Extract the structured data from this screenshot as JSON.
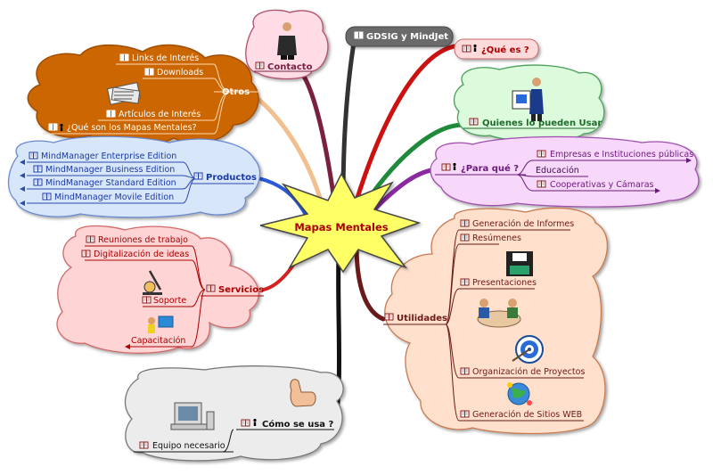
{
  "center": {
    "label": "Mapas Mentales"
  },
  "colors": {
    "otros": "#cc6600",
    "productos": "#d8e6fa",
    "servicios": "#ffd4d4",
    "contacto": "#ffdce6",
    "gdsig": "#6a6a6a",
    "quees": "#ffdada",
    "quienes": "#dcfadc",
    "parque": "#f8d8fa",
    "utilidades": "#ffe0cc",
    "como": "#ececec",
    "link_red": "#aa0000",
    "link_blue": "#1a3aa8"
  },
  "branches": {
    "otros": {
      "title": "Otros",
      "items": [
        "Links de Interés",
        "Downloads",
        "Artículos de Interés",
        "¿Qué son los Mapas Mentales?"
      ]
    },
    "productos": {
      "title": "Productos",
      "items": [
        "MindManager Enterprise Edition",
        "MindManager Business Edition",
        "MindManager Standard Edition",
        "MindManager Movile Edition"
      ]
    },
    "servicios": {
      "title": "Servicios",
      "items": [
        "Reuniones de trabajo",
        "Digitalización de ideas",
        "Soporte",
        "Capacitación"
      ]
    },
    "contacto": {
      "title": "Contacto"
    },
    "gdsig": {
      "title": "GDSIG y MindJet"
    },
    "quees": {
      "title": "¿Qué es ?"
    },
    "quienes": {
      "title": "Quienes lo pueden Usar"
    },
    "parque": {
      "title": "¿Para qué ?",
      "items": [
        "Empresas e Instituciones públicas",
        "Educación",
        "Cooperativas y Cámaras"
      ]
    },
    "utilidades": {
      "title": "Utilidades",
      "items": [
        "Generación de Informes",
        "Resúmenes",
        "Presentaciones",
        "Organización de Proyectos",
        "Generación de Sitios WEB"
      ]
    },
    "como": {
      "title": "Cómo se usa ?",
      "items": [
        "Equipo necesario"
      ]
    }
  },
  "icons": {
    "book": "book-icon",
    "info": "info-icon"
  }
}
